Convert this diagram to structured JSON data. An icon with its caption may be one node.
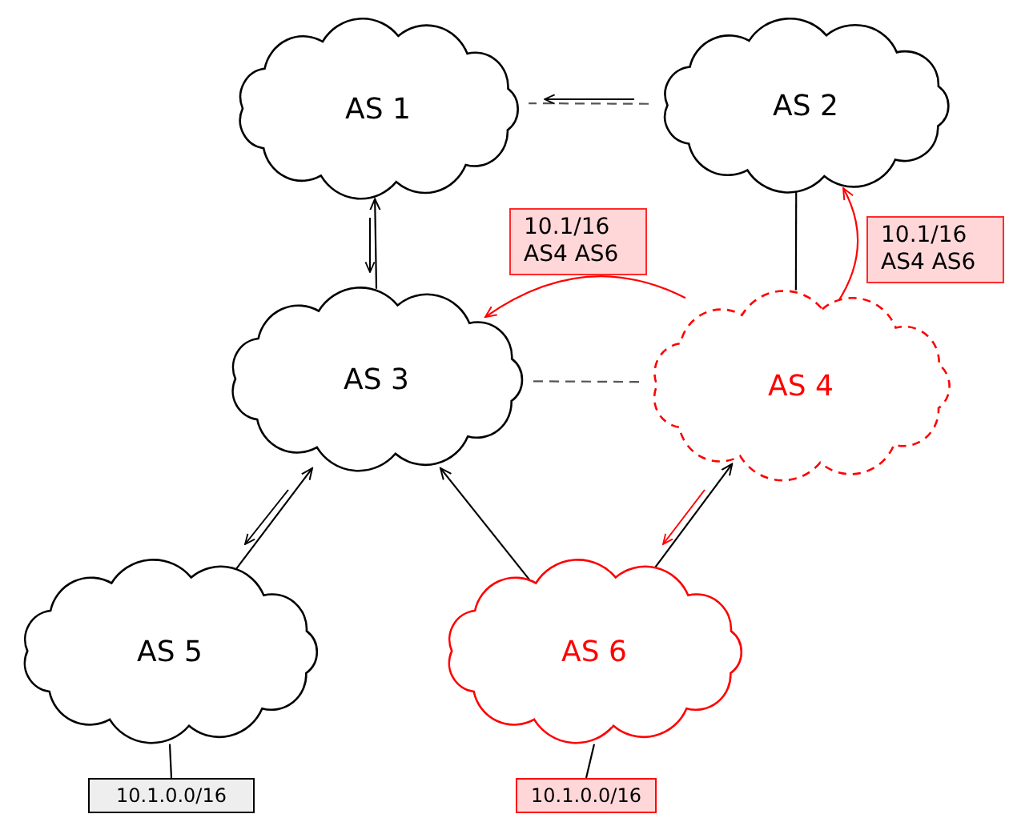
{
  "diagram": {
    "nodes": [
      {
        "text": [
          "AS 1"
        ]
      },
      {
        "text": [
          "AS 2"
        ]
      },
      {
        "text": [
          "AS 3"
        ]
      },
      {
        "text": [
          "AS 4"
        ]
      },
      {
        "text": [
          "AS 5"
        ]
      },
      {
        "text": [
          "AS 6"
        ]
      },
      {
        "text": [
          "10.1.0.0/16"
        ]
      },
      {
        "text": [
          "10.1.0.0/16"
        ]
      }
    ],
    "edges": [
      {
        "from": 2,
        "to": 0,
        "arrow": "to"
      },
      {
        "from": 1,
        "to": 0,
        "arrow": "none",
        "style": "dashed"
      },
      {
        "from": 3,
        "to": 1,
        "arrow": "none"
      },
      {
        "from": 3,
        "to": 1,
        "arrow": "to",
        "color": "#ff0000",
        "label": "10.1/16 AS4 AS6"
      },
      {
        "from": 3,
        "to": 2,
        "arrow": "to",
        "color": "#ff0000",
        "label": "10.1/16 AS4 AS6"
      },
      {
        "from": 2,
        "to": 3,
        "arrow": "none",
        "style": "dashed"
      },
      {
        "from": 4,
        "to": 2,
        "arrow": "to"
      },
      {
        "from": 5,
        "to": 2,
        "arrow": "to"
      },
      {
        "from": 5,
        "to": 3,
        "arrow": "to"
      },
      {
        "from": 4,
        "to": 6,
        "arrow": "none"
      },
      {
        "from": 5,
        "to": 7,
        "arrow": "none"
      }
    ]
  }
}
